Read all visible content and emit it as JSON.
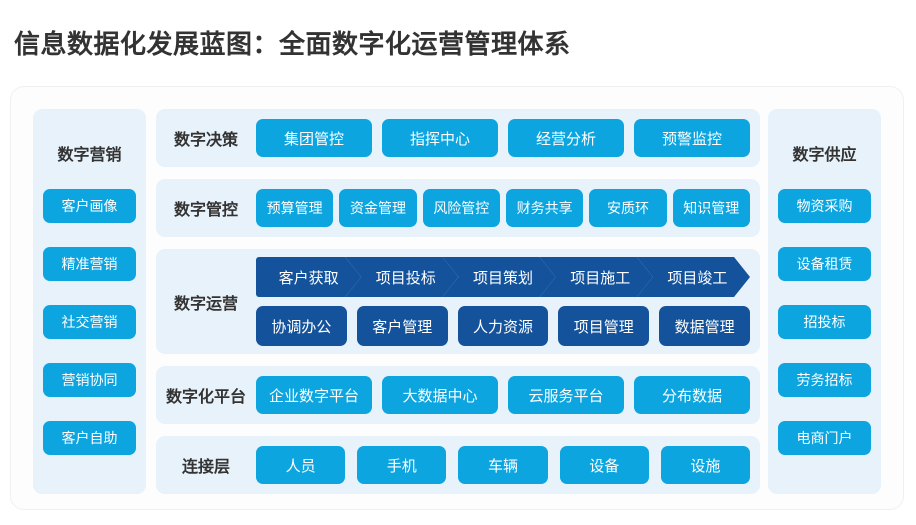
{
  "title": "信息数据化发展蓝图：全面数字化运营管理体系",
  "colors": {
    "light_blue": "#0ca5e0",
    "dark_blue": "#14539c",
    "panel_bg": "#e8f2fa",
    "title_text": "#333333"
  },
  "left_column": {
    "title": "数字营销",
    "items": [
      {
        "label": "客户画像"
      },
      {
        "label": "精准营销"
      },
      {
        "label": "社交营销"
      },
      {
        "label": "营销协同"
      },
      {
        "label": "客户自助"
      }
    ]
  },
  "right_column": {
    "title": "数字供应",
    "items": [
      {
        "label": "物资采购"
      },
      {
        "label": "设备租赁"
      },
      {
        "label": "招投标"
      },
      {
        "label": "劳务招标"
      },
      {
        "label": "电商门户"
      }
    ]
  },
  "rows": [
    {
      "label": "数字决策",
      "items": [
        {
          "label": "集团管控"
        },
        {
          "label": "指挥中心"
        },
        {
          "label": "经营分析"
        },
        {
          "label": "预警监控"
        }
      ]
    },
    {
      "label": "数字管控",
      "items": [
        {
          "label": "预算管理"
        },
        {
          "label": "资金管理"
        },
        {
          "label": "风险管控"
        },
        {
          "label": "财务共享"
        },
        {
          "label": "安质环"
        },
        {
          "label": "知识管理"
        }
      ]
    },
    {
      "label": "数字运营",
      "chevrons": [
        {
          "label": "客户获取"
        },
        {
          "label": "项目投标"
        },
        {
          "label": "项目策划"
        },
        {
          "label": "项目施工"
        },
        {
          "label": "项目竣工"
        }
      ],
      "boxes": [
        {
          "label": "协调办公"
        },
        {
          "label": "客户管理"
        },
        {
          "label": "人力资源"
        },
        {
          "label": "项目管理"
        },
        {
          "label": "数据管理"
        }
      ]
    },
    {
      "label": "数字化平台",
      "items": [
        {
          "label": "企业数字平台"
        },
        {
          "label": "大数据中心"
        },
        {
          "label": "云服务平台"
        },
        {
          "label": "分布数据"
        }
      ]
    },
    {
      "label": "连接层",
      "items": [
        {
          "label": "人员"
        },
        {
          "label": "手机"
        },
        {
          "label": "车辆"
        },
        {
          "label": "设备"
        },
        {
          "label": "设施"
        }
      ]
    }
  ]
}
